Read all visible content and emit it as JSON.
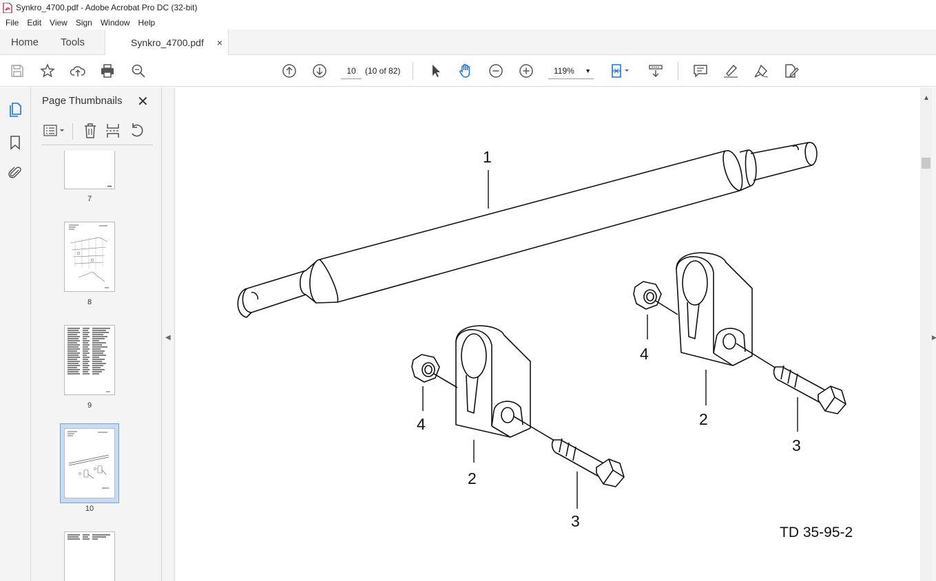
{
  "window": {
    "title": "Synkro_4700.pdf - Adobe Acrobat Pro DC (32-bit)"
  },
  "menu": [
    "File",
    "Edit",
    "View",
    "Sign",
    "Window",
    "Help"
  ],
  "tabs": {
    "home": "Home",
    "tools": "Tools",
    "document": "Synkro_4700.pdf",
    "close": "×"
  },
  "toolbar": {
    "page_number": "10",
    "page_count": "(10 of 82)",
    "zoom": "119%"
  },
  "panel": {
    "title": "Page Thumbnails",
    "close": "✕",
    "thumbnails": [
      {
        "label": "7"
      },
      {
        "label": "8"
      },
      {
        "label": "9"
      },
      {
        "label": "10",
        "selected": true
      },
      {
        "label": ""
      }
    ]
  },
  "document": {
    "part_labels": [
      "1",
      "2",
      "3",
      "4",
      "2",
      "3",
      "4"
    ],
    "drawing_code": "TD 35-95-2"
  }
}
